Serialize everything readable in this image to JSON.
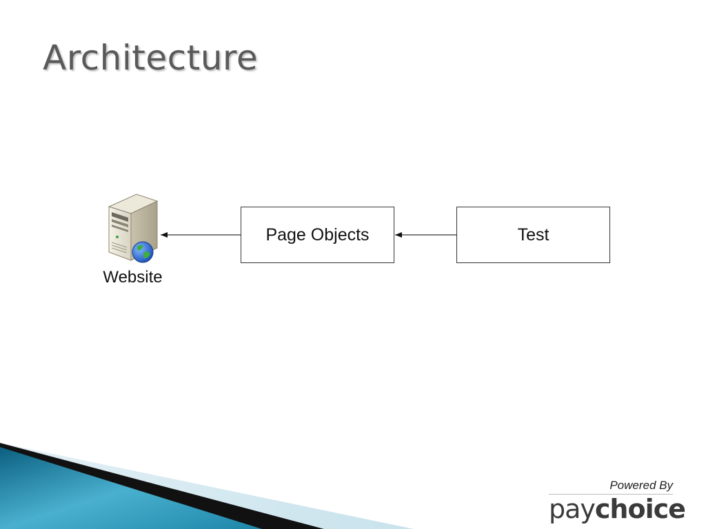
{
  "slide": {
    "title": "Architecture"
  },
  "diagram": {
    "nodes": {
      "website": {
        "label": "Website",
        "icon": "web-server-icon"
      },
      "page_objects": {
        "label": "Page Objects"
      },
      "test": {
        "label": "Test"
      }
    },
    "edges": [
      {
        "from": "test",
        "to": "page_objects"
      },
      {
        "from": "page_objects",
        "to": "website"
      }
    ]
  },
  "branding": {
    "powered_by": "Powered By",
    "name_light": "pay",
    "name_bold": "choice"
  },
  "colors": {
    "title_text": "#5a5a5a",
    "band_dark": "#0f6f8f",
    "band_light": "#cfe6ef",
    "band_black": "#111111"
  }
}
